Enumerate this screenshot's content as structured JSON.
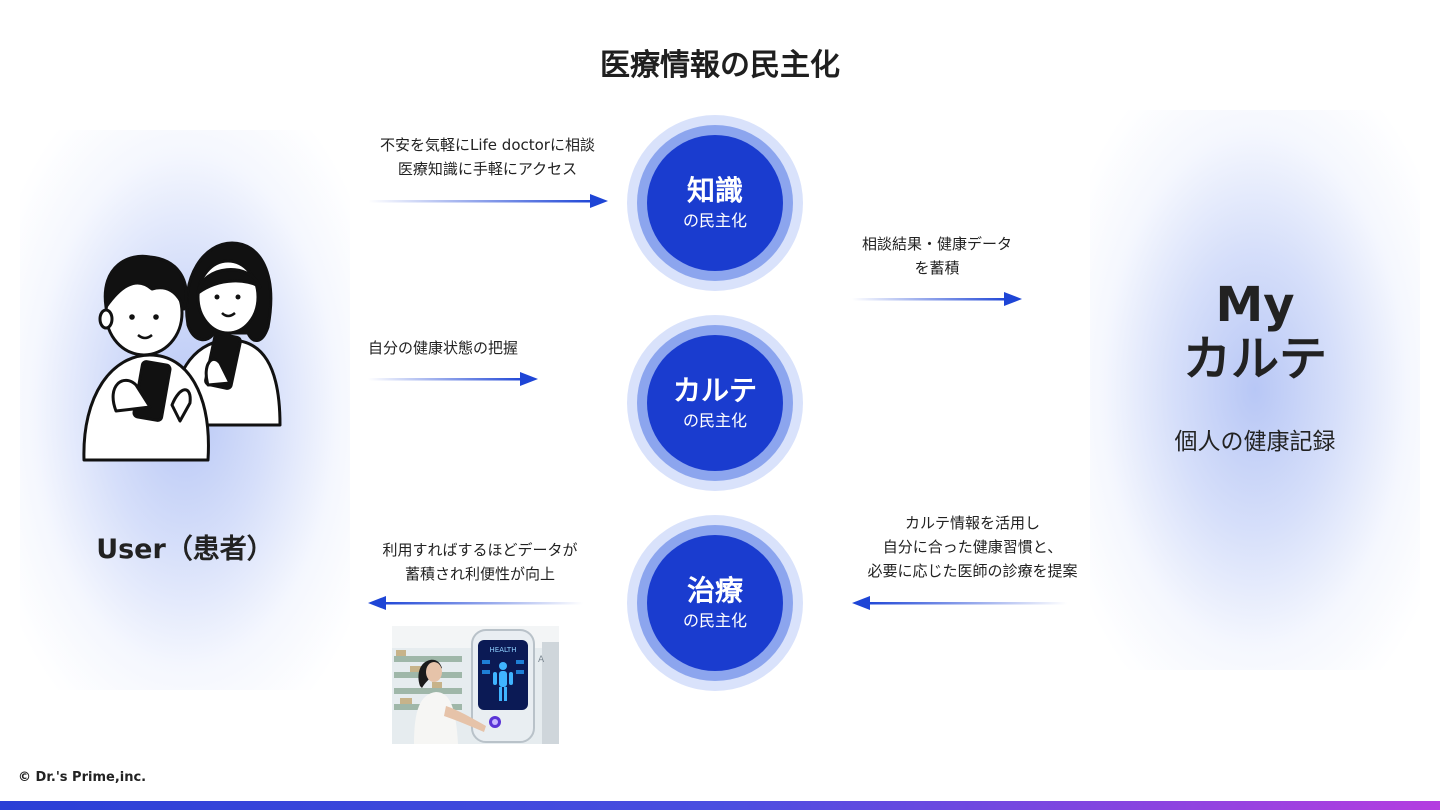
{
  "title": "医療情報の民主化",
  "user": {
    "label": "User（患者）"
  },
  "mykarte": {
    "title_line1": "My",
    "title_line2": "カルテ",
    "subtitle": "個人の健康記録"
  },
  "circles": [
    {
      "main": "知識",
      "sub": "の民主化"
    },
    {
      "main": "カルテ",
      "sub": "の民主化"
    },
    {
      "main": "治療",
      "sub": "の民主化"
    }
  ],
  "captions": {
    "knowledge_line1": "不安を気軽にLife doctorに相談",
    "knowledge_line2": "医療知識に手軽にアクセス",
    "health_status": "自分の健康状態の把握",
    "convenience_line1": "利用すればするほどデータが",
    "convenience_line2": "蓄積され利便性が向上",
    "accumulate_line1": "相談結果・健康データ",
    "accumulate_line2": "を蓄積",
    "propose_line1": "カルテ情報を活用し",
    "propose_line2": "自分に合った健康習慣と、",
    "propose_line3": "必要に応じた医師の診療を提案"
  },
  "kiosk": {
    "screen_label": "HEALTH",
    "side_letter": "A"
  },
  "footer": {
    "copyright": "© Dr.'s Prime,inc."
  },
  "colors": {
    "accent": "#1a3ccf",
    "ring_outer": "#d9e2fb",
    "ring_mid": "#8ca5ee",
    "arrow": "#1e45d6"
  }
}
